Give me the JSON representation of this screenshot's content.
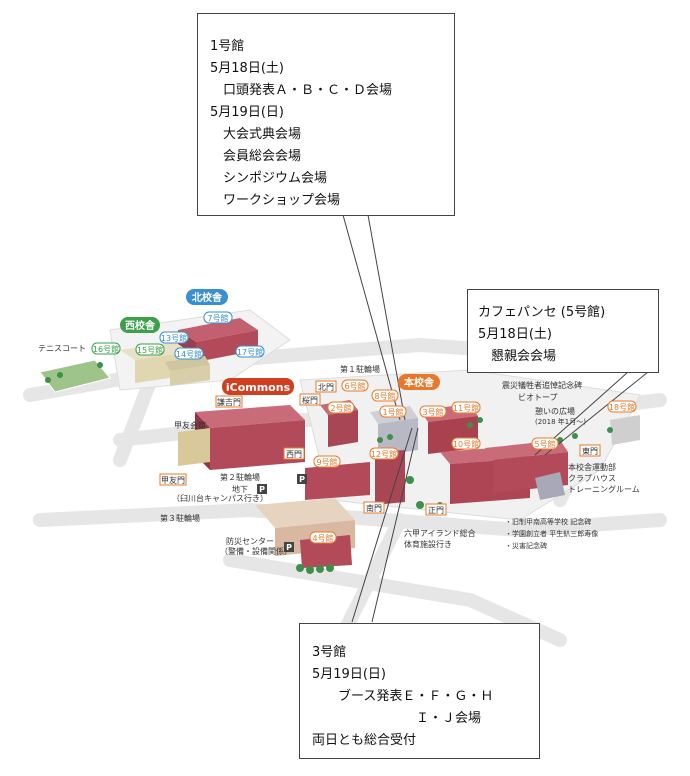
{
  "callouts": {
    "building1": [
      "1号館",
      "5月18日(土)",
      "　口頭発表Ａ・Ｂ・Ｃ・Ｄ会場",
      "5月19日(日)",
      "　大会式典会場",
      "　会員総会会場",
      "　シンポジウム会場",
      "　ワークショップ会場"
    ],
    "cafe": [
      "カフェパンセ (5号館)",
      "5月18日(土)",
      "　懇親会会場"
    ],
    "building3": [
      "3号館",
      "5月19日(日)",
      "　　ブース発表Ｅ・Ｆ・Ｇ・Ｈ",
      "　　　　　　　　Ｉ・Ｊ会場",
      "両日とも総合受付"
    ]
  },
  "campus_badges": {
    "north": "北校舎",
    "west": "西校舎",
    "main": "本校舎",
    "icommons": "iCommons"
  },
  "buildings": {
    "b1": "1号館",
    "b2": "2号館",
    "b3": "3号館",
    "b4": "4号館",
    "b5": "5号館",
    "b6": "6号館",
    "b8": "8号館",
    "b9": "9号館",
    "b10": "10号館",
    "b11": "11号館",
    "b12": "12号館",
    "b13": "13号館",
    "b14": "14号館",
    "b15": "15号館",
    "b16": "16号館",
    "b17": "17号館",
    "b18": "18号館",
    "b7": "7号館"
  },
  "gates": {
    "north": "北門",
    "sakura": "桜門",
    "kenkichi": "謙吉門",
    "nishi": "西門",
    "kofu": "甲友門",
    "minami": "南門",
    "sei": "正門",
    "higashi": "東門"
  },
  "labels": {
    "tennis": "テニスコート",
    "koyu_hall": "甲友会館",
    "parking1": "第１駐輪場",
    "parking2": "第２駐輪場",
    "parking3": "第３駐輪場",
    "underground": "地下",
    "bus": "（臼川台キャンパス行き）",
    "bousai1": "防災センター",
    "bousai2": "（警備・設備関係）",
    "gym1": "六甲アイランド総合",
    "gym2": "体育施設行き",
    "memorial": "震災犠牲者追悼記念碑",
    "biotope": "ビオトープ",
    "square1": "憩いの広場",
    "square2": "(2018 年1月〜)",
    "club1": "本校舎運動部",
    "club2": "クラブハウス",
    "club3": "トレーニングルーム",
    "mon1": "・旧制甲南高等学校 記念碑",
    "mon2": "・学園創立者 平生釟三郎寿像",
    "mon3": "・災害記念碑",
    "p": "P"
  },
  "colors": {
    "north": "#3a8fd0",
    "west": "#3aa04a",
    "main": "#e8792a",
    "icommons": "#d04020",
    "brick": "#b94a55",
    "gate": "#e8792a"
  }
}
